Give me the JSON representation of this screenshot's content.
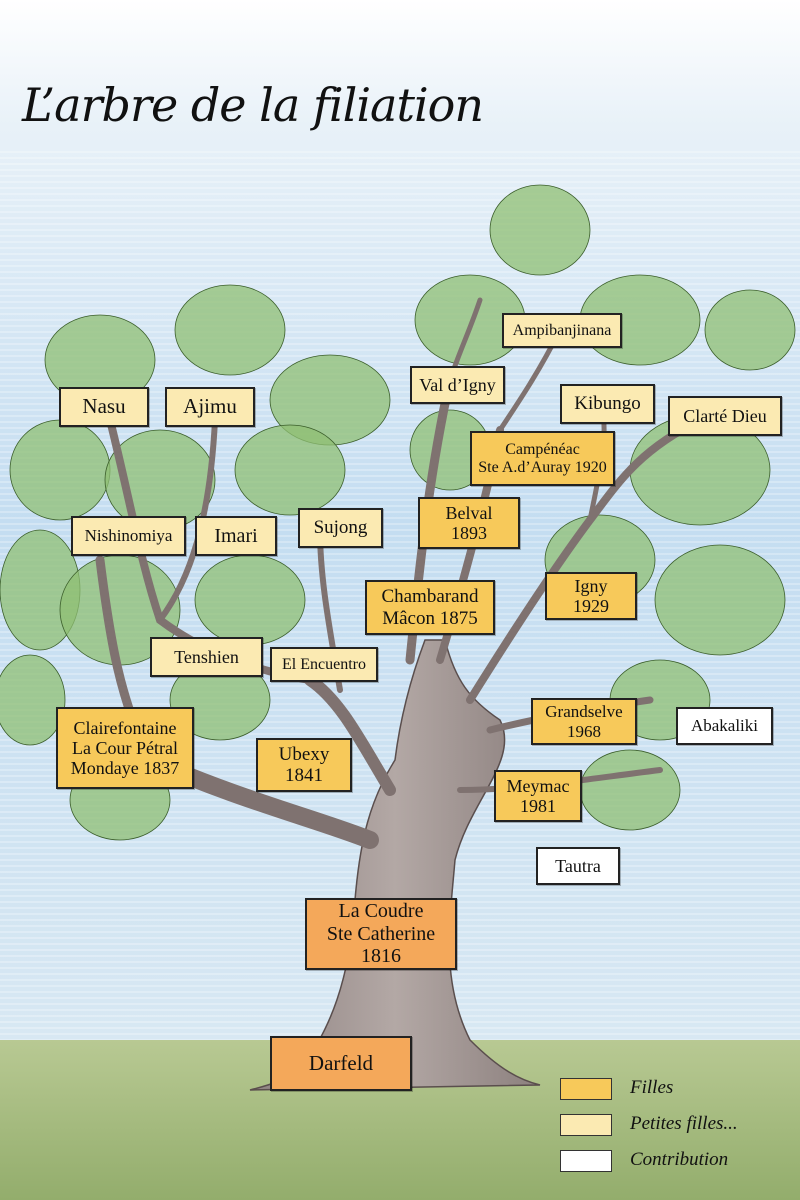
{
  "title": "L’arbre de la filiation",
  "colors": {
    "filles": "#f7c95a",
    "petites_filles": "#fbeab2",
    "contribution": "#ffffff",
    "root": "#f4a85a",
    "sky": "#c7dff2",
    "grass": "#a9be84",
    "trunk": "#a79a97",
    "leaf": "#8fbf73"
  },
  "nodes": {
    "nasu": "Nasu",
    "ajimu": "Ajimu",
    "ampibanjinana": "Ampibanjinana",
    "val_digny": "Val d’Igny",
    "kibungo": "Kibungo",
    "clarte_dieu": "Clarté Dieu",
    "campeneac": "Campénéac\nSte A.d’Auray 1920",
    "belval": "Belval\n1893",
    "nishinomiya": "Nishinomiya",
    "imari": "Imari",
    "sujong": "Sujong",
    "chambarand": "Chambarand\nMâcon 1875",
    "igny": "Igny\n1929",
    "tenshien": "Tenshien",
    "el_encuentro": "El Encuentro",
    "grandselve": "Grandselve\n1968",
    "abakaliki": "Abakaliki",
    "clairefontaine": "Clairefontaine\nLa Cour Pétral\nMondaye 1837",
    "ubexy": "Ubexy\n1841",
    "meymac": "Meymac\n1981",
    "tautra": "Tautra",
    "la_coudre": "La Coudre\nSte Catherine\n1816",
    "darfeld": "Darfeld"
  },
  "legend": {
    "filles": "Filles",
    "petites_filles": "Petites filles...",
    "contribution": "Contribution"
  }
}
